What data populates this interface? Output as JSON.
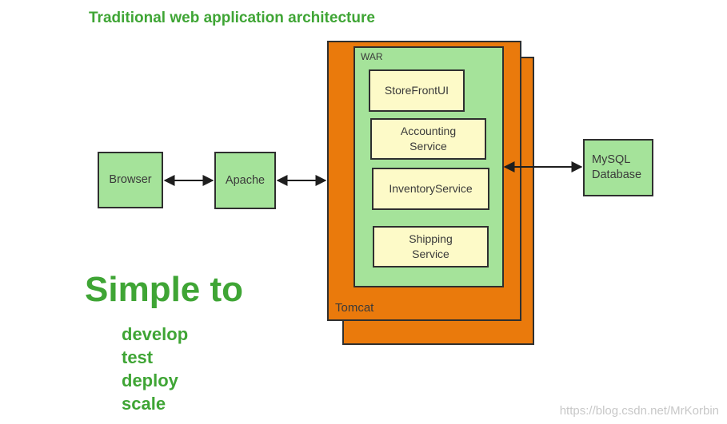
{
  "title": "Traditional web application architecture",
  "nodes": {
    "browser": "Browser",
    "apache": "Apache",
    "mysql": "MySQL\nDatabase"
  },
  "tomcat": {
    "label": "Tomcat",
    "war": {
      "label": "WAR",
      "services": [
        "StoreFrontUI",
        "Accounting\nService",
        "InventoryService",
        "Shipping\nService"
      ]
    }
  },
  "headline": "Simple to",
  "benefits": [
    "develop",
    "test",
    "deploy",
    "scale"
  ],
  "watermark": "https://blog.csdn.net/MrKorbin",
  "colors": {
    "title_green": "#3fa535",
    "node_green": "#a5e39a",
    "tomcat_orange": "#ea7a0c",
    "service_cream": "#fdfac8"
  }
}
